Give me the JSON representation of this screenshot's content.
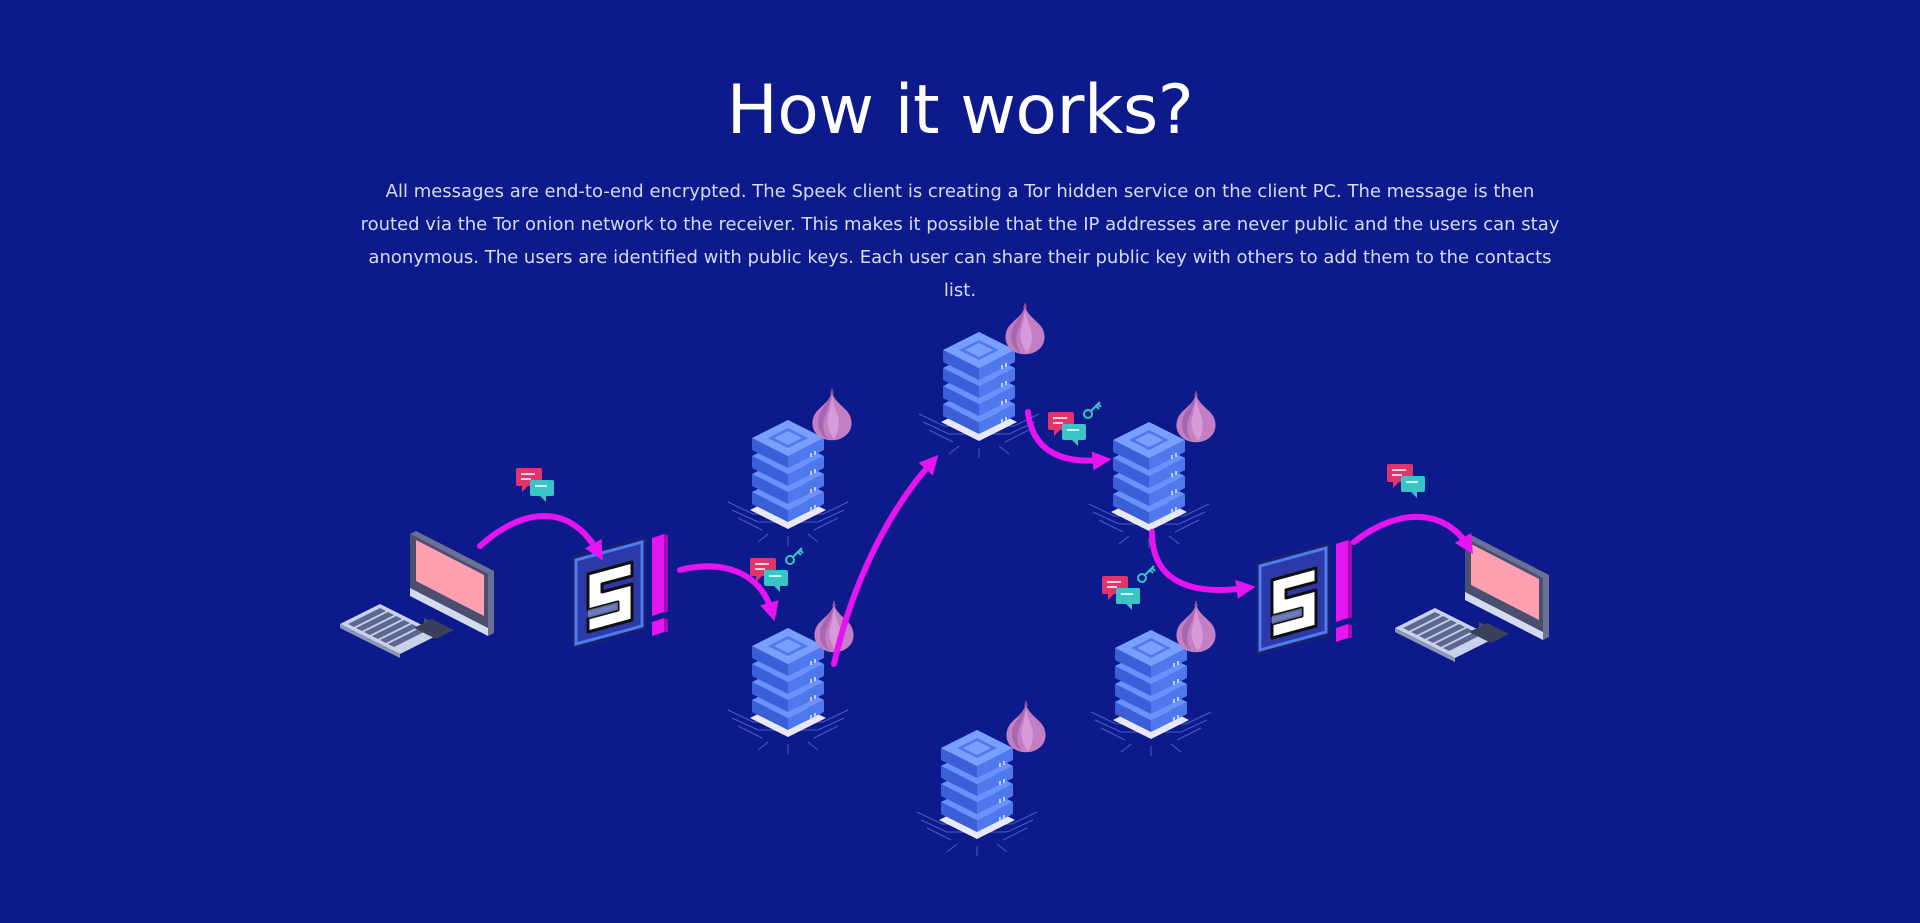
{
  "heading": {
    "title": "How it works?",
    "description": "All messages are end-to-end encrypted. The Speek client is creating a Tor hidden service on the client PC. The message is then routed via the Tor onion network to the receiver. This makes it possible that the IP addresses are never public and the users can stay anonymous. The users are identified with public keys. Each user can share their public key with others to add them to the contacts list."
  },
  "colors": {
    "background": "#0c1a8c",
    "arrow": "#e514f0",
    "server": "#4d7cf0",
    "onion": "#c77bc7",
    "screen": "#ff9fb0",
    "chat_red": "#e0346a",
    "chat_teal": "#3bc4c8"
  },
  "diagram": {
    "nodes": [
      {
        "id": "sender-computer",
        "icon": "computer-icon"
      },
      {
        "id": "sender-speek-client",
        "icon": "speek-logo-icon"
      },
      {
        "id": "tor-node-1",
        "icon": "server-stack-icon"
      },
      {
        "id": "tor-node-2",
        "icon": "server-stack-icon"
      },
      {
        "id": "tor-node-3",
        "icon": "server-stack-icon"
      },
      {
        "id": "tor-node-4",
        "icon": "server-stack-icon"
      },
      {
        "id": "tor-node-5",
        "icon": "server-stack-icon"
      },
      {
        "id": "tor-node-6",
        "icon": "server-stack-icon"
      },
      {
        "id": "receiver-speek-client",
        "icon": "speek-logo-icon"
      },
      {
        "id": "receiver-computer",
        "icon": "computer-icon"
      }
    ],
    "route": [
      "sender-computer",
      "sender-speek-client",
      "tor-node-2",
      "tor-node-3",
      "tor-node-4",
      "receiver-speek-client",
      "receiver-computer"
    ]
  }
}
